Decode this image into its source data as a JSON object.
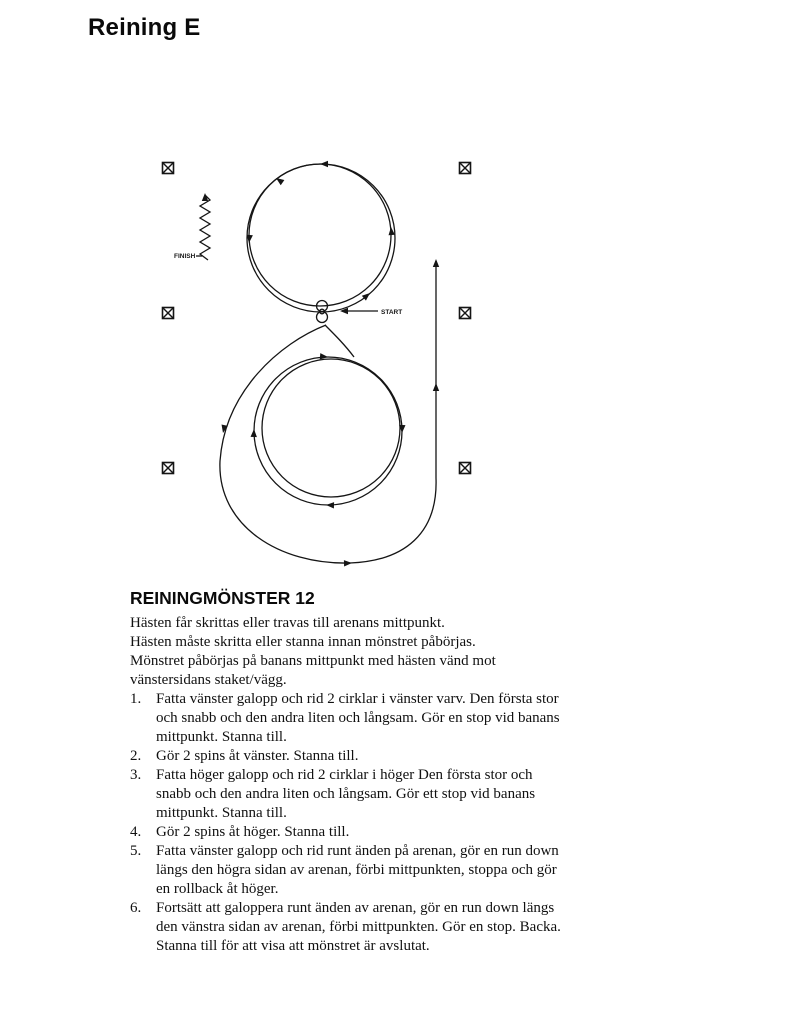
{
  "page": {
    "title": "Reining E"
  },
  "diagram": {
    "start_label": "START",
    "finish_label": "FINISH"
  },
  "pattern": {
    "heading": "REININGMÖNSTER 12",
    "intro": [
      "Hästen får skrittas eller travas till arenans mittpunkt.",
      "Hästen måste skritta eller stanna innan mönstret påbörjas.",
      "Mönstret påbörjas på banans mittpunkt med hästen vänd mot vänstersidans staket/vägg."
    ],
    "steps": [
      {
        "num": "1.",
        "text": "Fatta vänster galopp och rid 2 cirklar i vänster varv. Den första stor och snabb och den andra liten och långsam. Gör en stop vid banans mittpunkt. Stanna till."
      },
      {
        "num": "2.",
        "text": "Gör 2 spins åt vänster. Stanna till."
      },
      {
        "num": "3.",
        "text": "Fatta höger galopp och rid 2 cirklar i höger Den första stor och snabb och den andra liten och långsam. Gör ett stop vid banans mittpunkt. Stanna till."
      },
      {
        "num": "4.",
        "text": "Gör 2 spins åt höger. Stanna till."
      },
      {
        "num": "5.",
        "text": "Fatta vänster galopp och rid runt änden på arenan, gör en run down längs den högra sidan av arenan, förbi mittpunkten, stoppa och gör en rollback åt höger."
      },
      {
        "num": "6.",
        "text": "Fortsätt att galoppera runt änden av arenan, gör en run down längs den vänstra sidan av arenan, förbi mittpunkten. Gör en stop. Backa."
      }
    ],
    "closing": "Stanna till för att visa att mönstret är avslutat."
  }
}
